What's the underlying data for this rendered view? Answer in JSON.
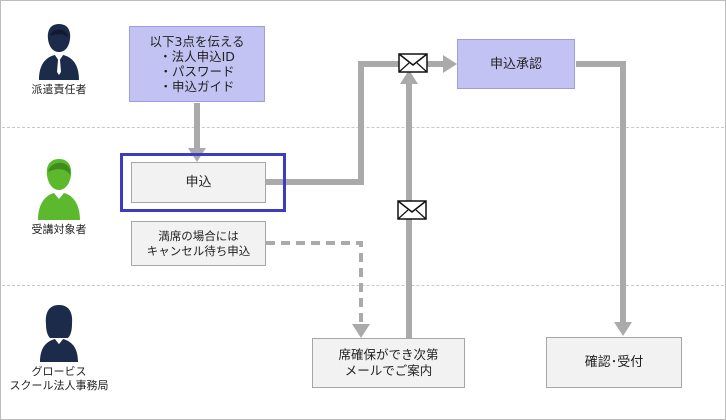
{
  "actors": {
    "dispatcher": "派遣責任者",
    "trainee": "受講対象者",
    "office": [
      "グロービス",
      "スクール法人事務局"
    ]
  },
  "boxes": {
    "notify": [
      "以下3点を伝える",
      "・法人申込ID",
      "・パスワード",
      "・申込ガイド"
    ],
    "apply": "申込",
    "waitlist": [
      "満席の場合には",
      "キャンセル待ち申込"
    ],
    "approval": "申込承認",
    "seat_notice": [
      "席確保ができ次第",
      "メールでご案内"
    ],
    "confirm": "確認･受付"
  },
  "colors": {
    "purple_fill": "#c3c3f3",
    "grey_fill": "#f2f2f2",
    "highlight": "#3c3cc0",
    "arrow": "#aaaaaa",
    "actor_navy": "#1c2b4a",
    "actor_green": "#5cb82c"
  },
  "icons": [
    "person-icon",
    "envelope-icon"
  ]
}
